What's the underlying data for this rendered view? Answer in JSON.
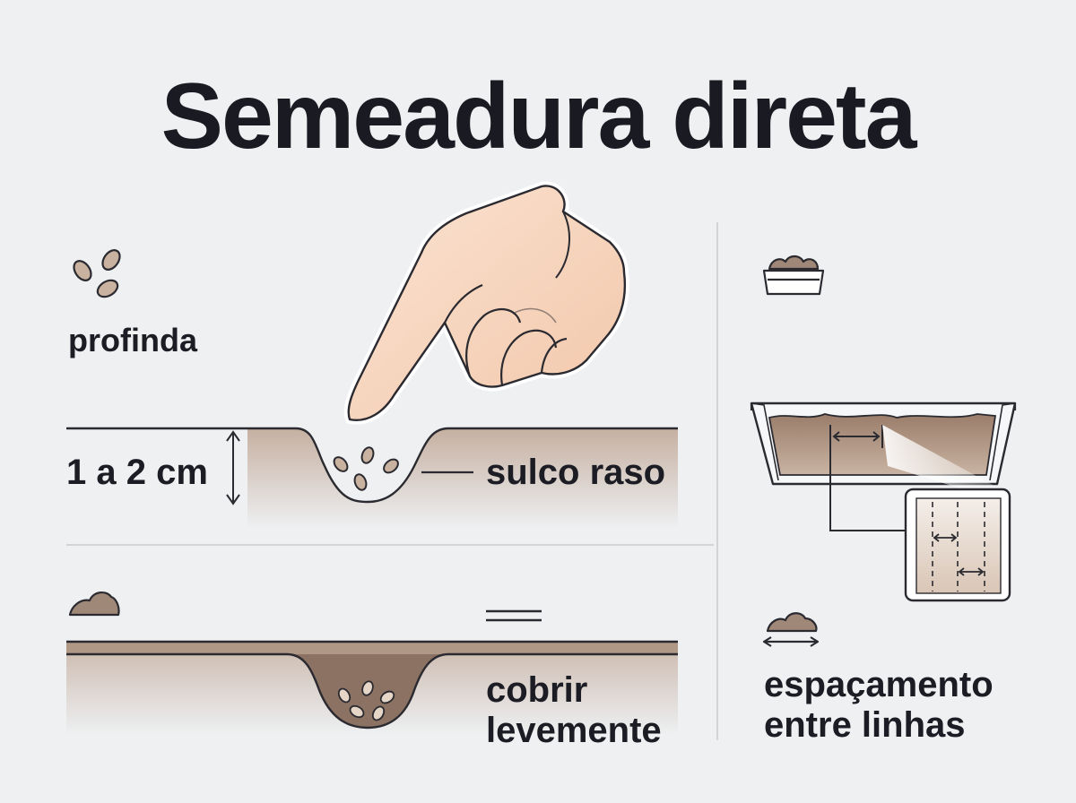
{
  "title": "Semeadura direta",
  "labels": {
    "depth_title": "profinda",
    "depth": "1 a 2 cm",
    "furrow": "sulco raso",
    "cover_line1": "cobrir",
    "cover_line2": "levemente",
    "spacing_line1": "espaçamento",
    "spacing_line2": "entre linhas"
  },
  "icons": {
    "seeds": "seeds-icon",
    "soil": "soil-mound-icon",
    "tray": "seed-tray-icon",
    "hand": "pointing-hand-icon",
    "spacing": "spacing-arrow-icon"
  },
  "colors": {
    "background": "#eef0f2",
    "text": "#1c1c24",
    "soil": "#a08878",
    "soil_dark": "#8c7262",
    "skin": "#f6d4bd",
    "line": "#2a2a30"
  }
}
